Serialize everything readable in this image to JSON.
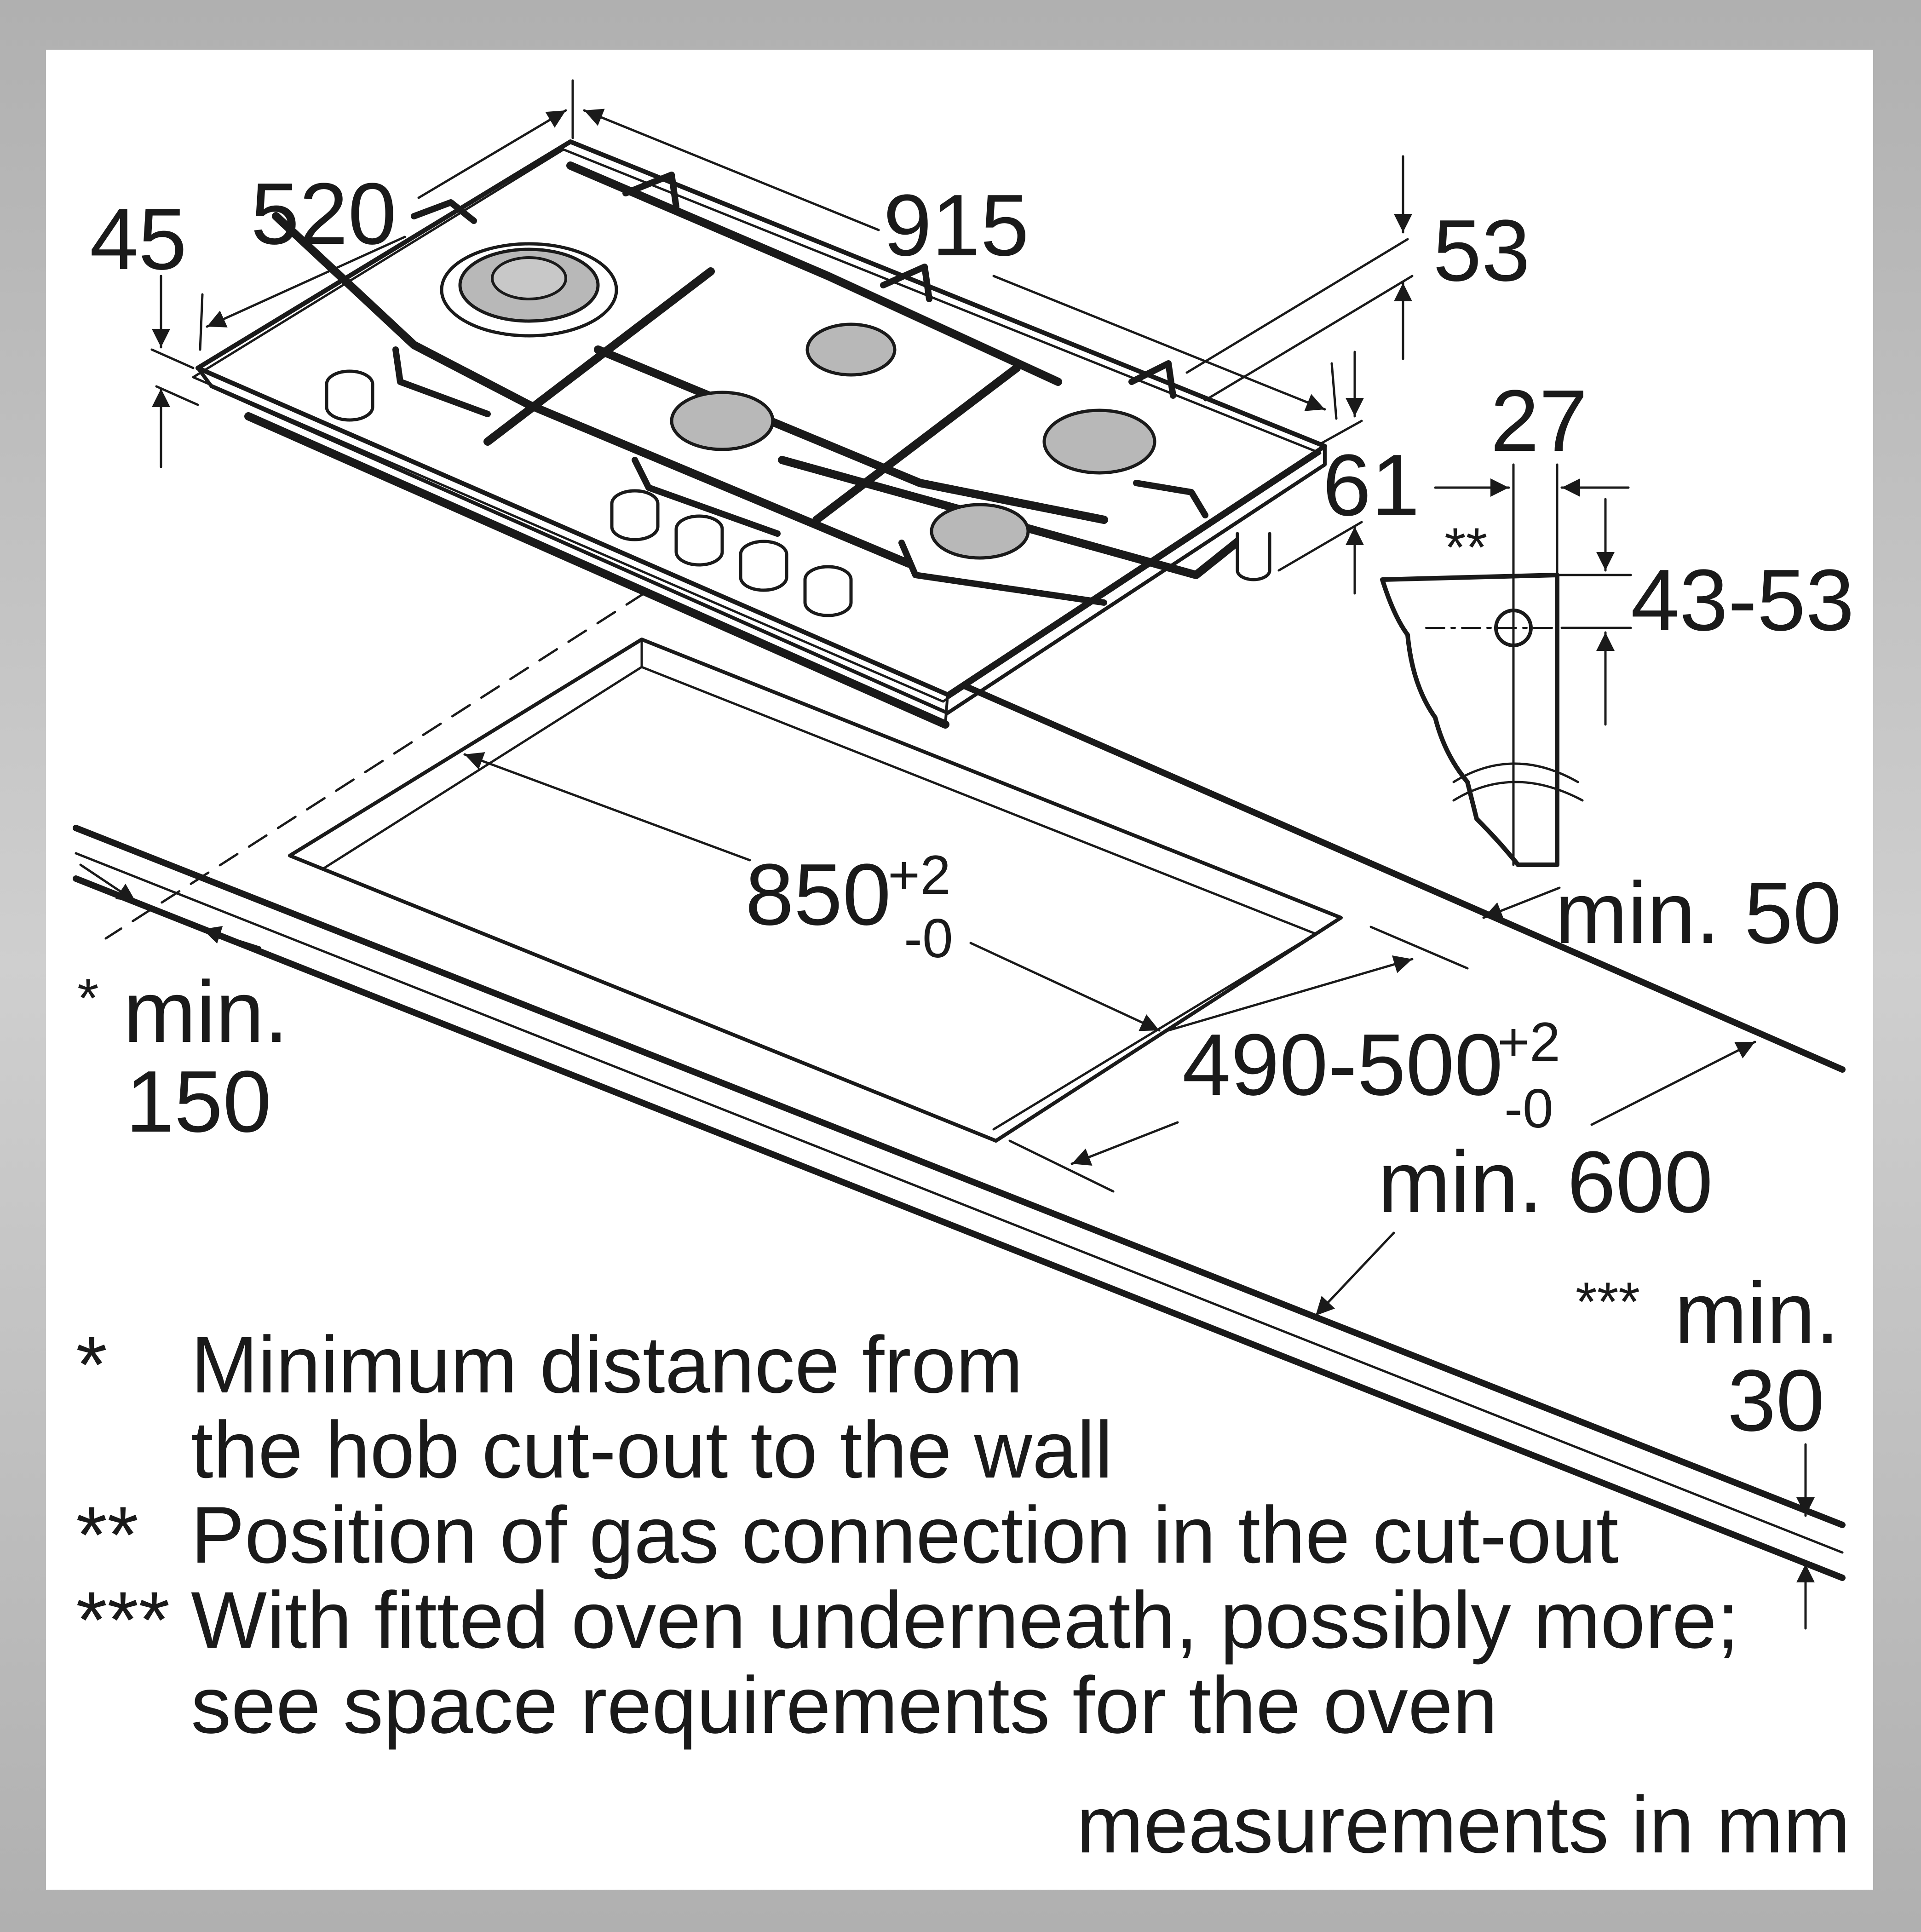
{
  "dimensions": {
    "d45": "45",
    "d520": "520",
    "d915": "915",
    "d53": "53",
    "d61": "61",
    "d27": "27",
    "gas_marker": "**",
    "d43_53": "43-53",
    "min50": "min. 50",
    "cutout_length": {
      "value": "850",
      "tol_plus": "+2",
      "tol_minus": "-0"
    },
    "cutout_depth": {
      "value": "490-500",
      "tol_plus": "+2",
      "tol_minus": "-0"
    },
    "min150": {
      "prefix": "*",
      "line1": "min.",
      "line2": "150"
    },
    "min600": "min. 600",
    "min30": {
      "prefix": "***",
      "line1": "min.",
      "line2": "30"
    }
  },
  "notes": [
    {
      "marker": "*",
      "lines": [
        "Minimum distance from",
        "the hob cut-out to the wall"
      ]
    },
    {
      "marker": "**",
      "lines": [
        "Position of gas connection in the cut-out"
      ]
    },
    {
      "marker": "***",
      "lines": [
        "With fitted oven underneath, possibly more;",
        "see space requirements for the oven"
      ]
    }
  ],
  "units_note": "measurements in mm",
  "colors": {
    "line": "#1a1a1a",
    "burner": "#b8b8b8",
    "background": "#ffffff",
    "frame": "#c4c4c4"
  }
}
